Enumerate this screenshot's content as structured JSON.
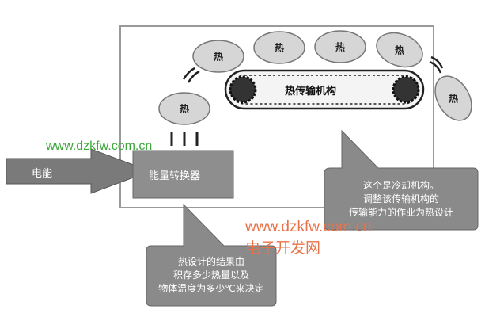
{
  "heat_label": "热",
  "conveyor_label": "热传输机构",
  "input_label": "电能",
  "converter_label": "能量转换器",
  "callout_cooling": [
    "这个是冷却机构。",
    "调整该传输机构的",
    "传输能力的作业为热设计"
  ],
  "callout_result": [
    "热设计的结果由",
    "积存多少热量以及",
    "物体温度为多少℃来决定"
  ],
  "watermarks": {
    "url": "www.dzkfw.com.cn",
    "site": "电子开发网"
  },
  "colors": {
    "box": "#8a8a8a",
    "ellipse": "#d6d6d6",
    "watermark": "#e8734a"
  }
}
